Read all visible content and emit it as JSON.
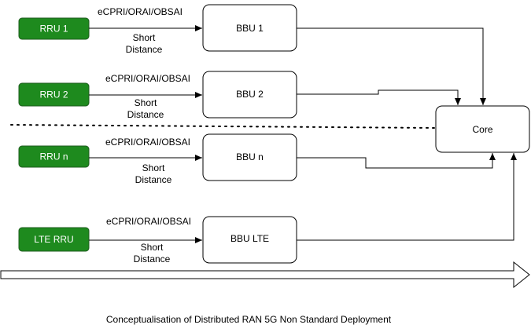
{
  "colors": {
    "rru_fill": "#1e8a1e",
    "rru_border": "#1f5c1f",
    "line": "#000000",
    "box_border": "#000000"
  },
  "rows": [
    {
      "rru": "RRU 1",
      "bbu": "BBU 1",
      "protocol": "eCPRI/ORAI/OBSAI",
      "distance_line1": "Short",
      "distance_line2": "Distance"
    },
    {
      "rru": "RRU 2",
      "bbu": "BBU 2",
      "protocol": "eCPRI/ORAI/OBSAI",
      "distance_line1": "Short",
      "distance_line2": "Distance"
    },
    {
      "rru": "RRU n",
      "bbu": "BBU n",
      "protocol": "eCPRI/ORAI/OBSAI",
      "distance_line1": "Short",
      "distance_line2": "Distance"
    },
    {
      "rru": "LTE RRU",
      "bbu": "BBU LTE",
      "protocol": "eCPRI/ORAI/OBSAI",
      "distance_line1": "Short",
      "distance_line2": "Distance"
    }
  ],
  "core": "Core",
  "caption": "Conceptualisation of Distributed RAN 5G Non Standard Deployment"
}
